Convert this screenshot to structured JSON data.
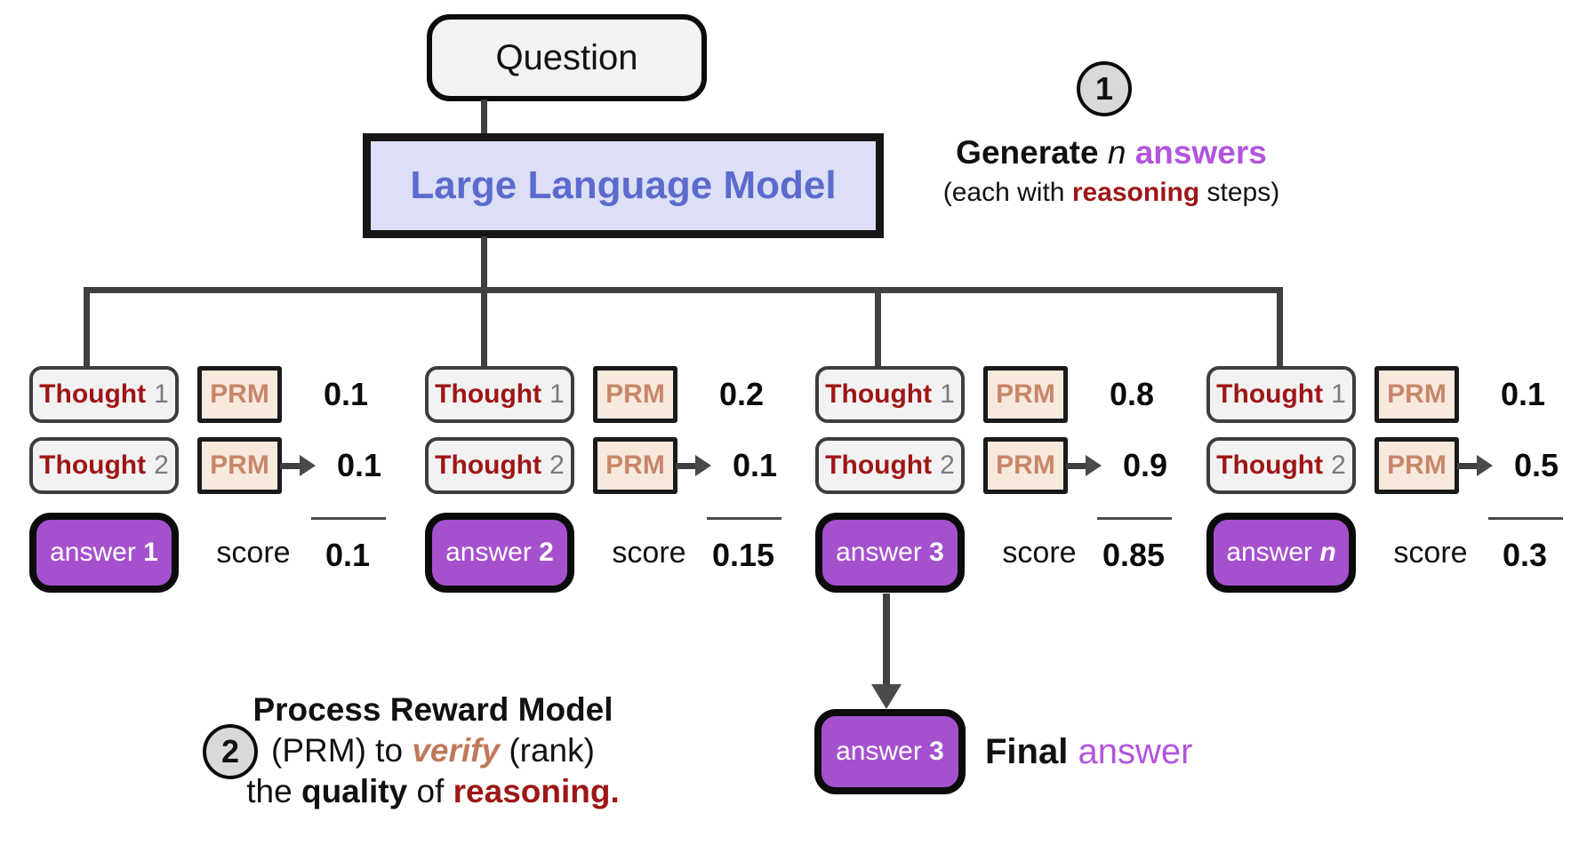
{
  "question_label": "Question",
  "llm_label": "Large Language Model",
  "step1": {
    "badge": "1",
    "generate": "Generate ",
    "n": "n",
    "answers": " answers",
    "each_prefix": "(each with ",
    "reasoning": "reasoning",
    "each_suffix": " steps)"
  },
  "step2": {
    "badge": "2",
    "line1": "Process Reward Model",
    "prm_prefix": "(PRM) to ",
    "verify": "verify",
    "rank_suffix": "  (rank)",
    "the": "the ",
    "quality": "quality",
    "of": " of ",
    "reasoning": "reasoning",
    "period": "."
  },
  "shared": {
    "thought": "Thought",
    "prm": "PRM",
    "score_label": "score",
    "answer": "answer "
  },
  "branches": [
    {
      "t1": "1",
      "t2": "2",
      "s1": "0.1",
      "s2": "0.1",
      "answer_num": "1",
      "final": "0.1"
    },
    {
      "t1": "1",
      "t2": "2",
      "s1": "0.2",
      "s2": "0.1",
      "answer_num": "2",
      "final": "0.15"
    },
    {
      "t1": "1",
      "t2": "2",
      "s1": "0.8",
      "s2": "0.9",
      "answer_num": "3",
      "final": "0.85"
    },
    {
      "t1": "1",
      "t2": "2",
      "s1": "0.1",
      "s2": "0.5",
      "answer_num": "n",
      "final": "0.3"
    }
  ],
  "final_section": {
    "answer": "answer ",
    "answer_num": "3",
    "final_bold": "Final ",
    "final_purple": "answer"
  },
  "colors": {
    "dark_red": "#9e1616",
    "purple_text": "#b254de",
    "answer_fill": "#a551ce",
    "llm_fill": "#dcdff5",
    "llm_text": "#5b6bcd",
    "prm_fill": "#f8e9dd",
    "prm_text": "#c8866a",
    "tan_italic": "#c0795a",
    "line_gray": "#404040",
    "badge_fill": "#d9d9d9"
  }
}
